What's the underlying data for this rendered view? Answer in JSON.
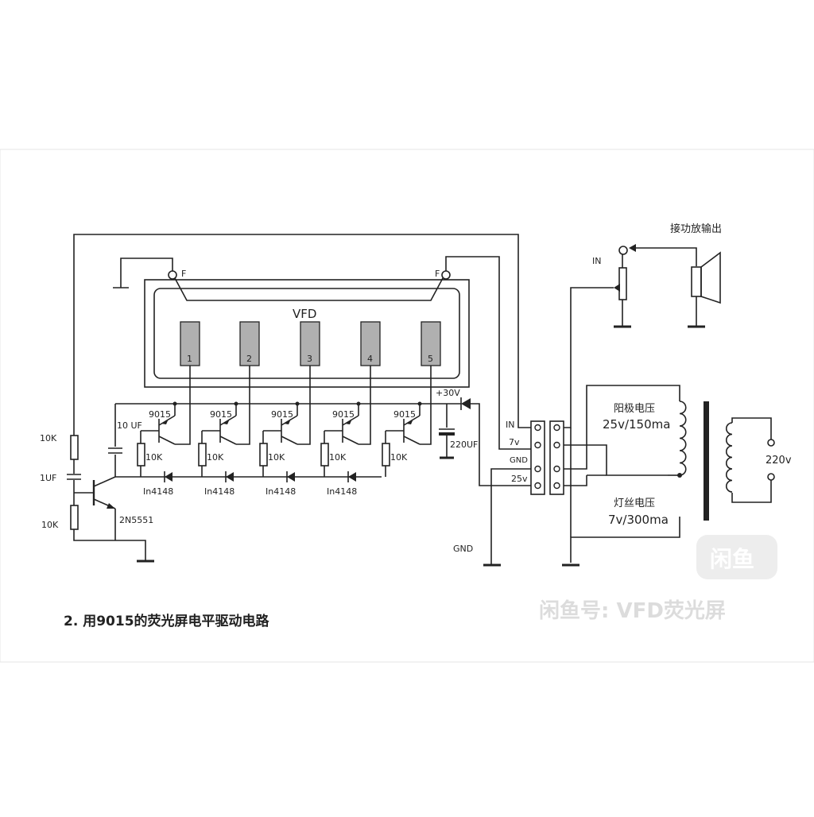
{
  "vfd": {
    "title": "VFD",
    "filament_left": "F",
    "filament_right": "F",
    "segments": [
      "1",
      "2",
      "3",
      "4",
      "5"
    ]
  },
  "transistor_label": "9015",
  "driver_resistor_label": "10K",
  "diode_label": "In4148",
  "input_stage": {
    "cap_10uf": "10 UF",
    "res_top": "10K",
    "cap_1uf": "1UF",
    "res_bottom": "10K",
    "transistor": "2N5551"
  },
  "supply": {
    "plus30v": "+30V",
    "cap_220uf": "220UF",
    "gnd_label": "GND"
  },
  "connector": {
    "pins": [
      "IN",
      "7v",
      "GND",
      "25v"
    ]
  },
  "input": {
    "in_label": "IN",
    "amp_output_label": "接功放输出"
  },
  "transformer": {
    "anode_title": "阳极电压",
    "anode_value": "25v/150ma",
    "filament_title": "灯丝电压",
    "filament_value": "7v/300ma",
    "mains": "220v"
  },
  "caption": "2. 用9015的荧光屏电平驱动电路",
  "watermark": {
    "logo": "闲鱼",
    "text": "闲鱼号: VFD荧光屏"
  },
  "colors": {
    "line": "#222222",
    "segment_fill": "#b0b0b0",
    "background": "#ffffff",
    "watermark": "#dcdcdc"
  }
}
